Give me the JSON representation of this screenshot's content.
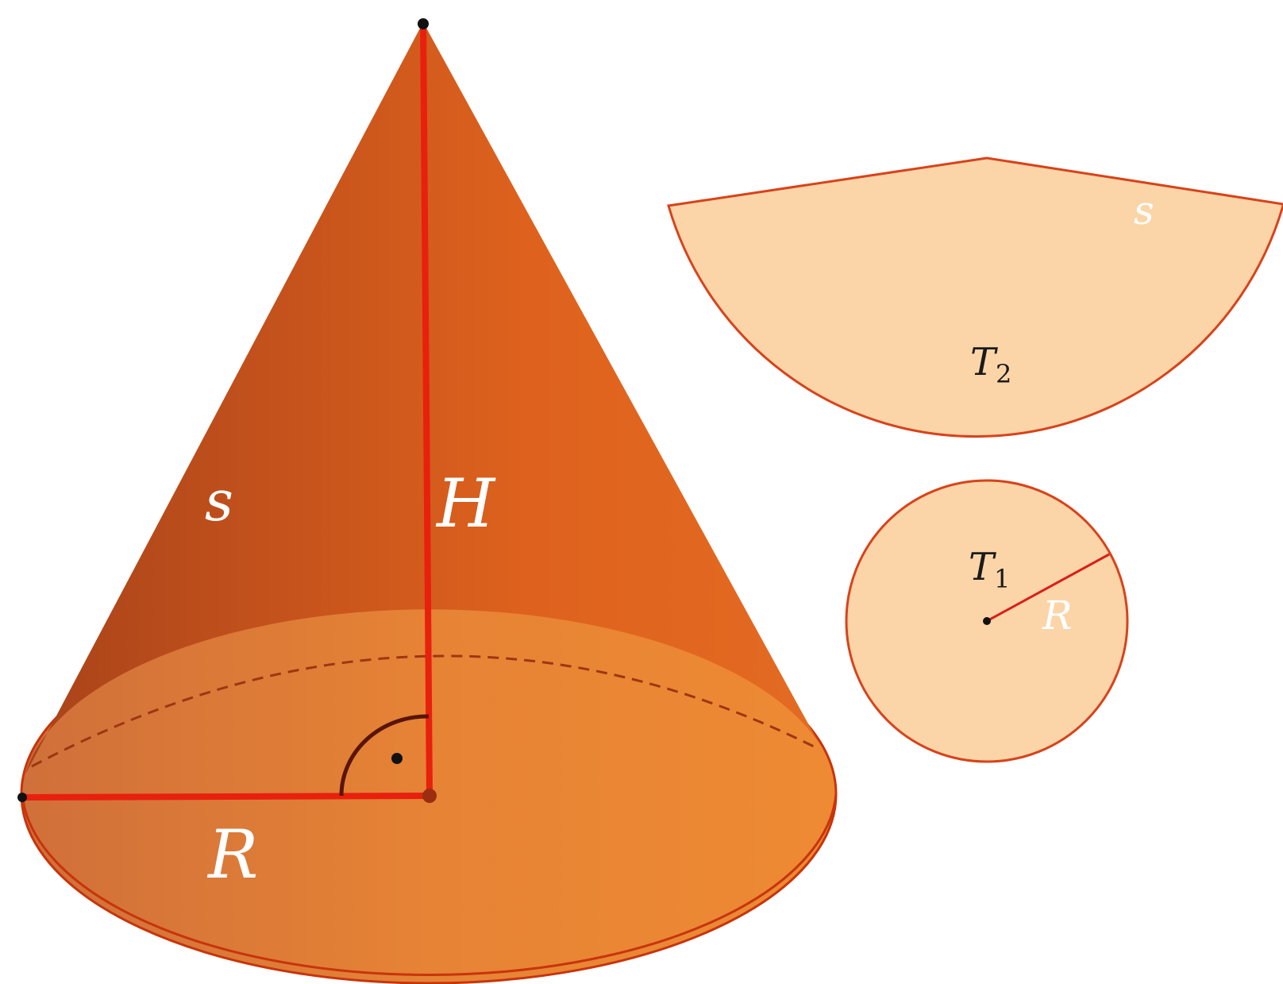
{
  "cone": {
    "slant_label": "s",
    "height_label": "H",
    "radius_label": "R",
    "colors": {
      "side_dark": "#B5491A",
      "side_light": "#E2661E",
      "base_dark": "#D7783A",
      "base_light": "#EE8C34",
      "edge": "#C8340C",
      "segment": "#E8200E",
      "hidden_edge": "#9E3612",
      "right_angle_mark": "#5A1408",
      "label": "#FFFFFF"
    }
  },
  "net": {
    "sector": {
      "label": "T",
      "label_sub": "2",
      "slant_label": "s"
    },
    "base": {
      "label": "T",
      "label_sub": "1",
      "radius_label": "R"
    },
    "colors": {
      "fill": "#FBD5A8",
      "stroke": "#D8431B",
      "label": "#1A1A1A",
      "edge_label": "#FFFFFF",
      "radius_line": "#D8201A"
    }
  }
}
